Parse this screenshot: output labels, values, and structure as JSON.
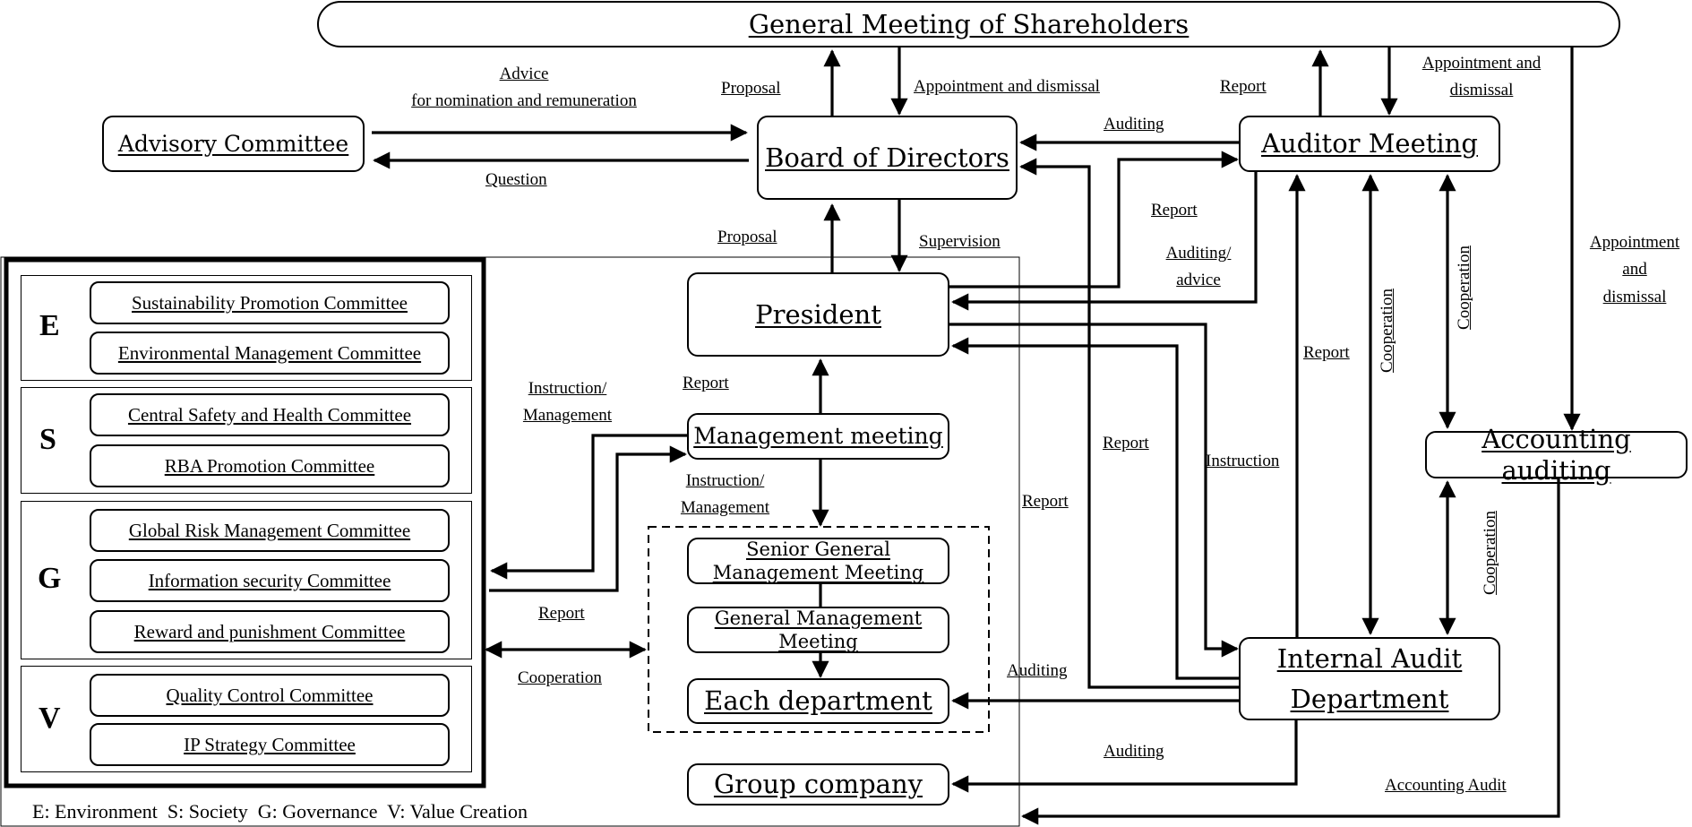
{
  "nodes": {
    "gms": "General Meeting of Shareholders",
    "advisory": "Advisory Committee",
    "board": "Board of Directors",
    "auditor": "Auditor Meeting",
    "president": "President",
    "management_meeting": "Management meeting",
    "accounting_auditing": "Accounting auditing",
    "internal_audit_line1": "Internal Audit",
    "internal_audit_line2": "Department",
    "senior_gmm_line1": "Senior General",
    "senior_gmm_line2": "Management Meeting",
    "gmm_line1": "General Management",
    "gmm_line2": "Meeting",
    "each_department": "Each department",
    "group_company": "Group company"
  },
  "esgv": {
    "sections": [
      {
        "letter": "E",
        "committees": [
          "Sustainability Promotion Committee",
          "Environmental Management Committee"
        ]
      },
      {
        "letter": "S",
        "committees": [
          "Central Safety and Health Committee",
          "RBA Promotion Committee"
        ]
      },
      {
        "letter": "G",
        "committees": [
          "Global Risk Management Committee",
          "Information security Committee",
          "Reward and punishment Committee"
        ]
      },
      {
        "letter": "V",
        "committees": [
          "Quality Control Committee",
          "IP Strategy Committee"
        ]
      }
    ],
    "legend": "E: Environment  S: Society  G: Governance  V: Value Creation"
  },
  "labels": {
    "advice_line1": "Advice",
    "advice_line2": "for nomination and remuneration",
    "question": "Question",
    "proposal_top": "Proposal",
    "appointment_board": "Appointment and dismissal",
    "report_auditor_gms": "Report",
    "appointment_auditor_line1": "Appointment and",
    "appointment_auditor_line2": "dismissal",
    "auditing_auditor_board": "Auditing",
    "report_to_auditor": "Report",
    "auditing_advice_line1": "Auditing/",
    "auditing_advice_line2": "advice",
    "proposal_president": "Proposal",
    "supervision": "Supervision",
    "appointment_acc_line1": "Appointment",
    "appointment_acc_line2": "and",
    "appointment_acc_line3": "dismissal",
    "report_mm_president": "Report",
    "instruction_mgmt_left_line1": "Instruction/",
    "instruction_mgmt_left_line2": "Management",
    "instruction_mgmt_down_line1": "Instruction/",
    "instruction_mgmt_down_line2": "Management",
    "report_left": "Report",
    "cooperation_left": "Cooperation",
    "report_ia_board": "Report",
    "report_ia_president": "Report",
    "instruction": "Instruction",
    "report_ia_auditor": "Report",
    "cooperation_ia_auditor": "Cooperation",
    "cooperation_auditor_acc": "Cooperation",
    "cooperation_acc_ia": "Cooperation",
    "auditing_each_dept": "Auditing",
    "auditing_group": "Auditing",
    "accounting_audit": "Accounting Audit"
  }
}
